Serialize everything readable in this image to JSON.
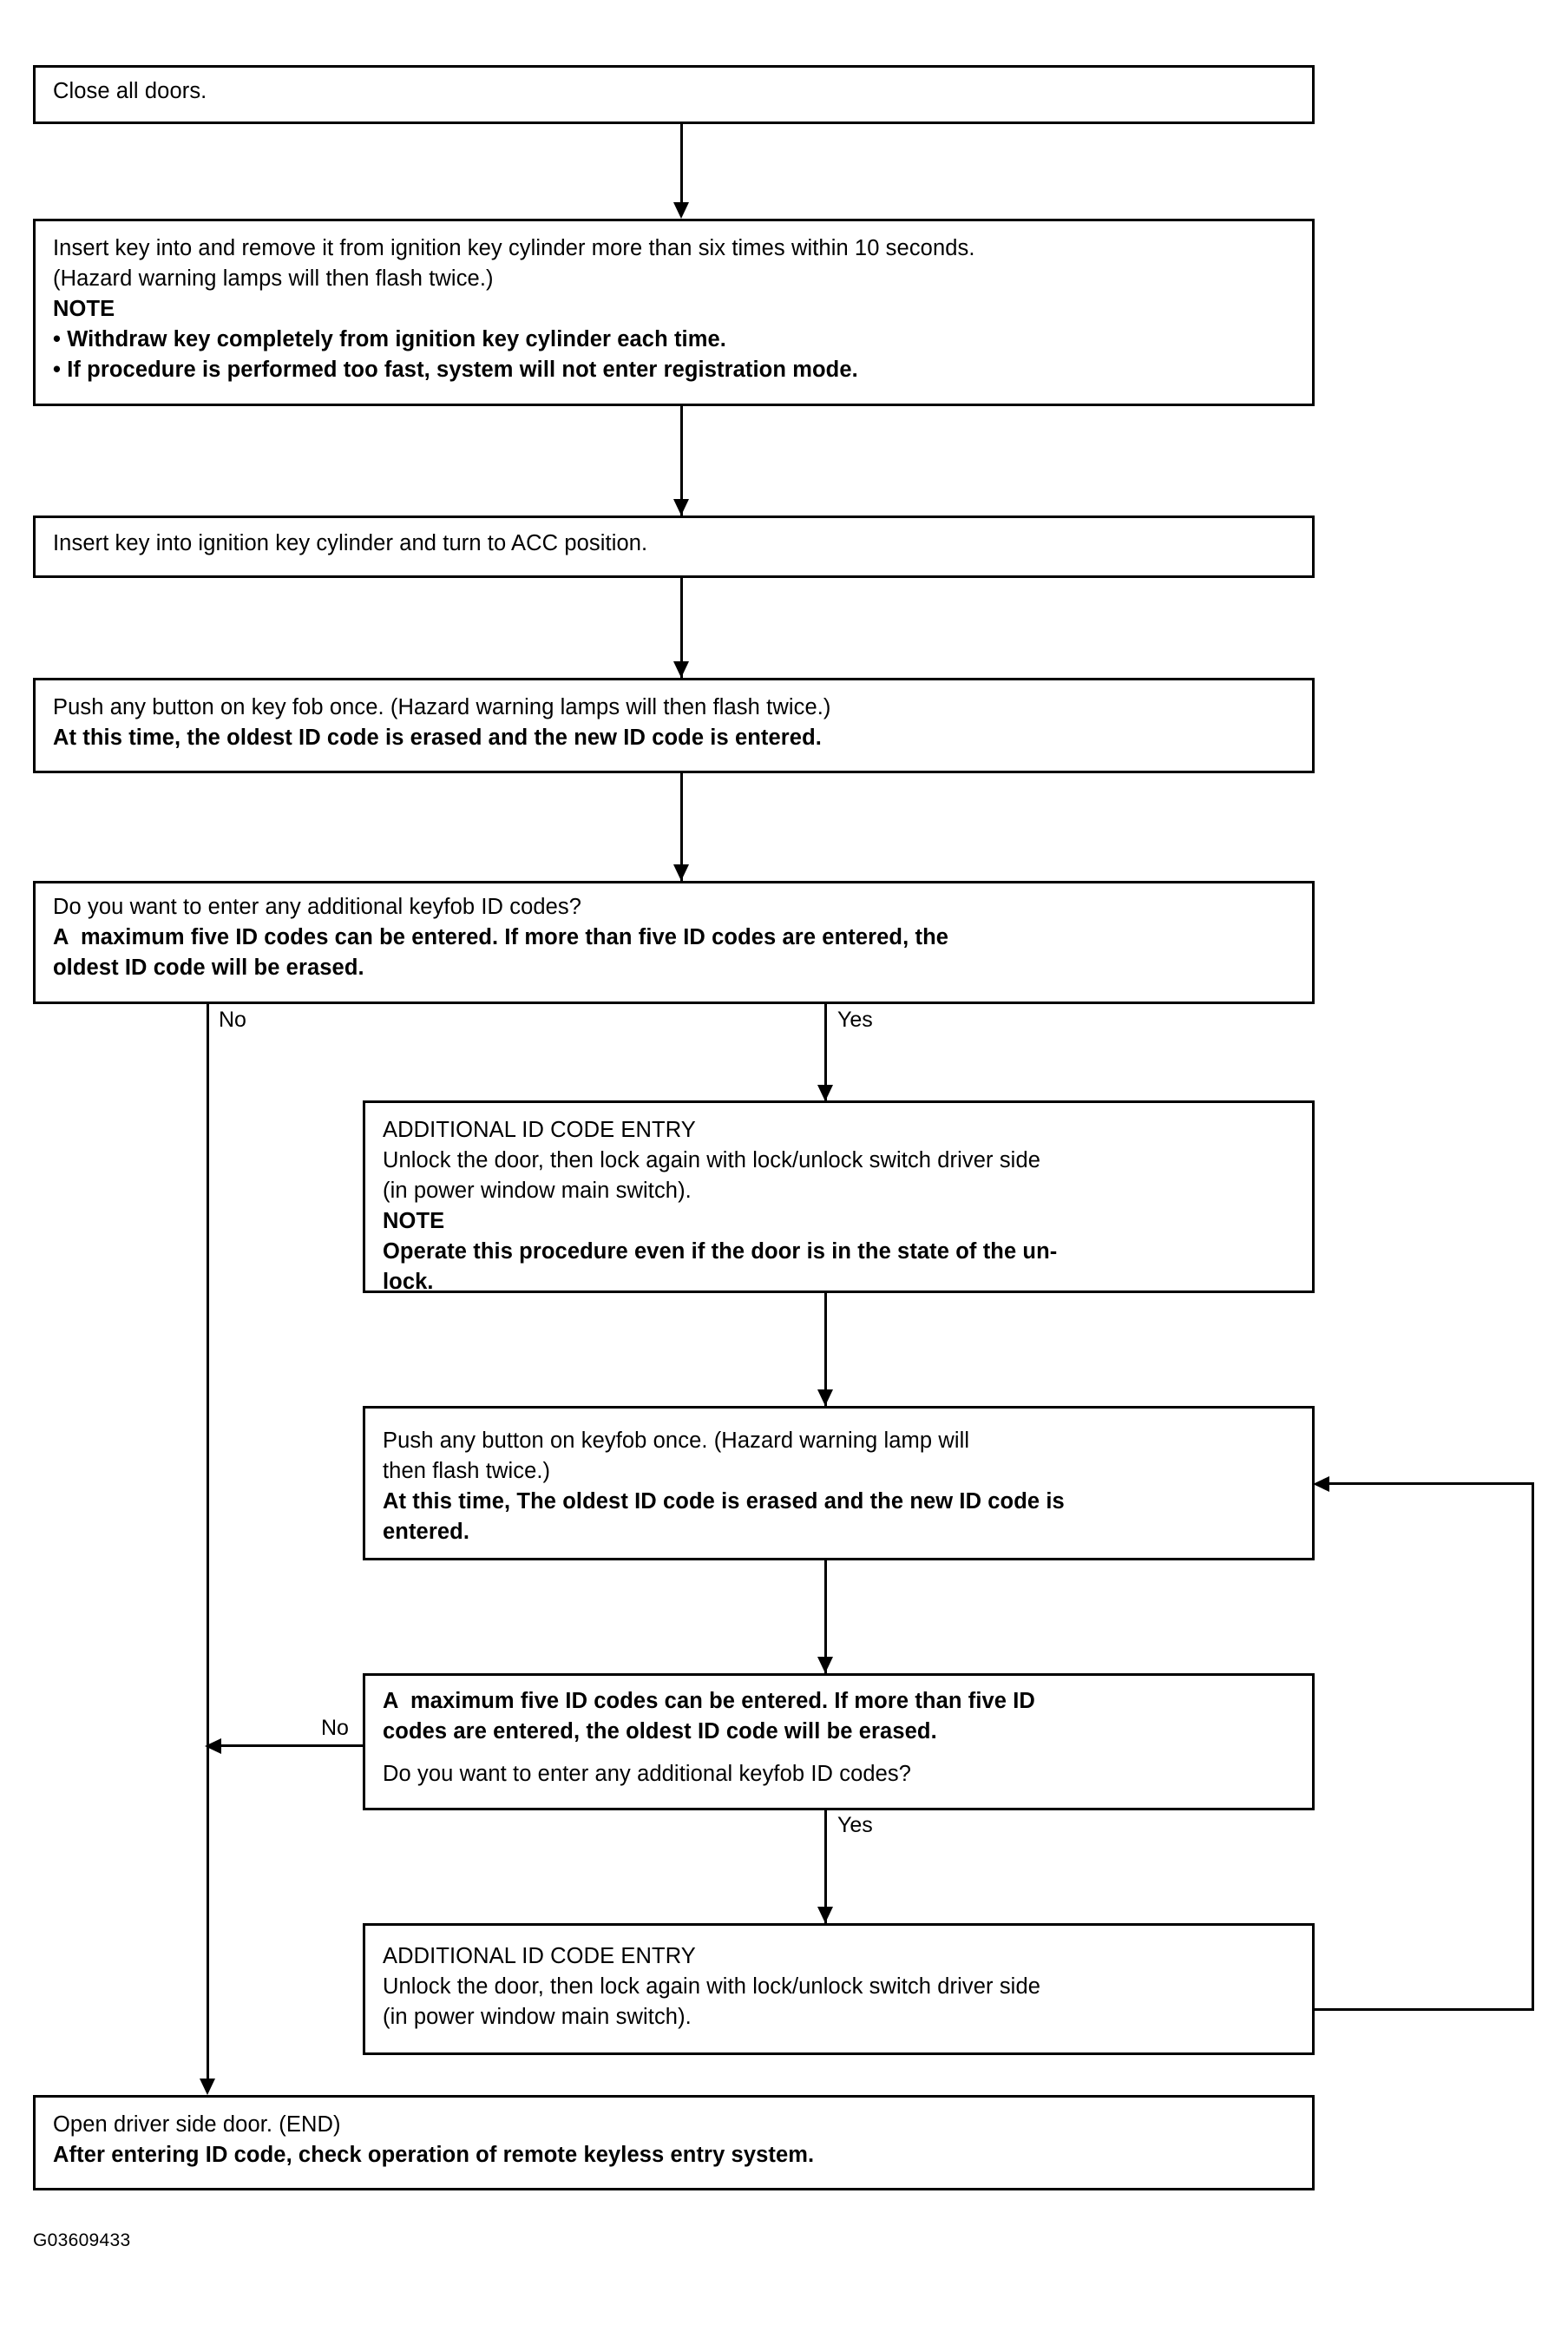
{
  "figure": {
    "code": "G03609433",
    "title": "Remote keyless entry system ID code registration flowchart"
  },
  "nodes": {
    "close_doors": {
      "lines": [
        {
          "text": "Close all doors.",
          "bold": false
        }
      ]
    },
    "insert_remove_key": {
      "lines": [
        {
          "text": "Insert key into and remove it from ignition key cylinder more than six times within 10 seconds.",
          "bold": false
        },
        {
          "text": "(Hazard warning lamps will then flash twice.)",
          "bold": false
        },
        {
          "text": "NOTE",
          "bold": true
        },
        {
          "text": "• Withdraw key completely from ignition key cylinder each time.",
          "bold": true
        },
        {
          "text": "• If procedure is performed too fast, system will not enter registration mode.",
          "bold": true
        }
      ]
    },
    "turn_acc": {
      "lines": [
        {
          "text": "Insert key into ignition key cylinder and turn to ACC position.",
          "bold": false
        }
      ]
    },
    "push_button_keyfob_1": {
      "lines": [
        {
          "text": "Push any button on key fob once. (Hazard warning lamps will then flash twice.)",
          "bold": false
        },
        {
          "text": "At this time, the oldest ID code is erased and the new ID code is entered.",
          "bold": true
        }
      ]
    },
    "decision_1": {
      "lines": [
        {
          "text": "Do you want to enter any additional keyfob ID codes?",
          "bold": false
        },
        {
          "text": "A  maximum five ID codes can be entered. If more than five ID codes are entered, the",
          "bold": true
        },
        {
          "text": "oldest ID code will be erased.",
          "bold": true
        }
      ]
    },
    "additional_entry_1": {
      "lines": [
        {
          "text": "ADDITIONAL ID CODE ENTRY",
          "bold": false
        },
        {
          "text": "Unlock the door, then lock again with lock/unlock switch driver side",
          "bold": false
        },
        {
          "text": "(in power window main switch).",
          "bold": false
        },
        {
          "text": "NOTE",
          "bold": true
        },
        {
          "text": "Operate this procedure even if the door is in the state of the un-",
          "bold": true
        },
        {
          "text": "lock.",
          "bold": true
        }
      ]
    },
    "push_button_keyfob_2": {
      "lines": [
        {
          "text": "Push any button on keyfob once. (Hazard warning lamp will",
          "bold": false
        },
        {
          "text": "then flash twice.)",
          "bold": false
        },
        {
          "text": "At this time, The oldest ID code is erased and the new ID code is",
          "bold": true
        },
        {
          "text": "entered.",
          "bold": true
        }
      ]
    },
    "decision_2": {
      "lines": [
        {
          "text": "A  maximum five ID codes can be entered. If more than five ID",
          "bold": true
        },
        {
          "text": "codes are entered, the oldest ID code will be erased.",
          "bold": true
        },
        {
          "text": "Do you want to enter any additional keyfob ID codes?",
          "bold": false,
          "gap": true
        }
      ]
    },
    "additional_entry_2": {
      "lines": [
        {
          "text": "ADDITIONAL ID CODE ENTRY",
          "bold": false
        },
        {
          "text": "Unlock the door, then lock again with lock/unlock switch driver side",
          "bold": false
        },
        {
          "text": "(in power window main switch).",
          "bold": false
        }
      ]
    },
    "end_node": {
      "lines": [
        {
          "text": "Open driver side door. (END)",
          "bold": false
        },
        {
          "text": "After entering ID code, check operation of remote keyless entry system.",
          "bold": true
        }
      ]
    }
  },
  "edge_labels": {
    "decision1_no": "No",
    "decision1_yes": "Yes",
    "decision2_no": "No",
    "decision2_yes": "Yes"
  },
  "colors": {
    "line": "#000000",
    "background": "#ffffff"
  }
}
